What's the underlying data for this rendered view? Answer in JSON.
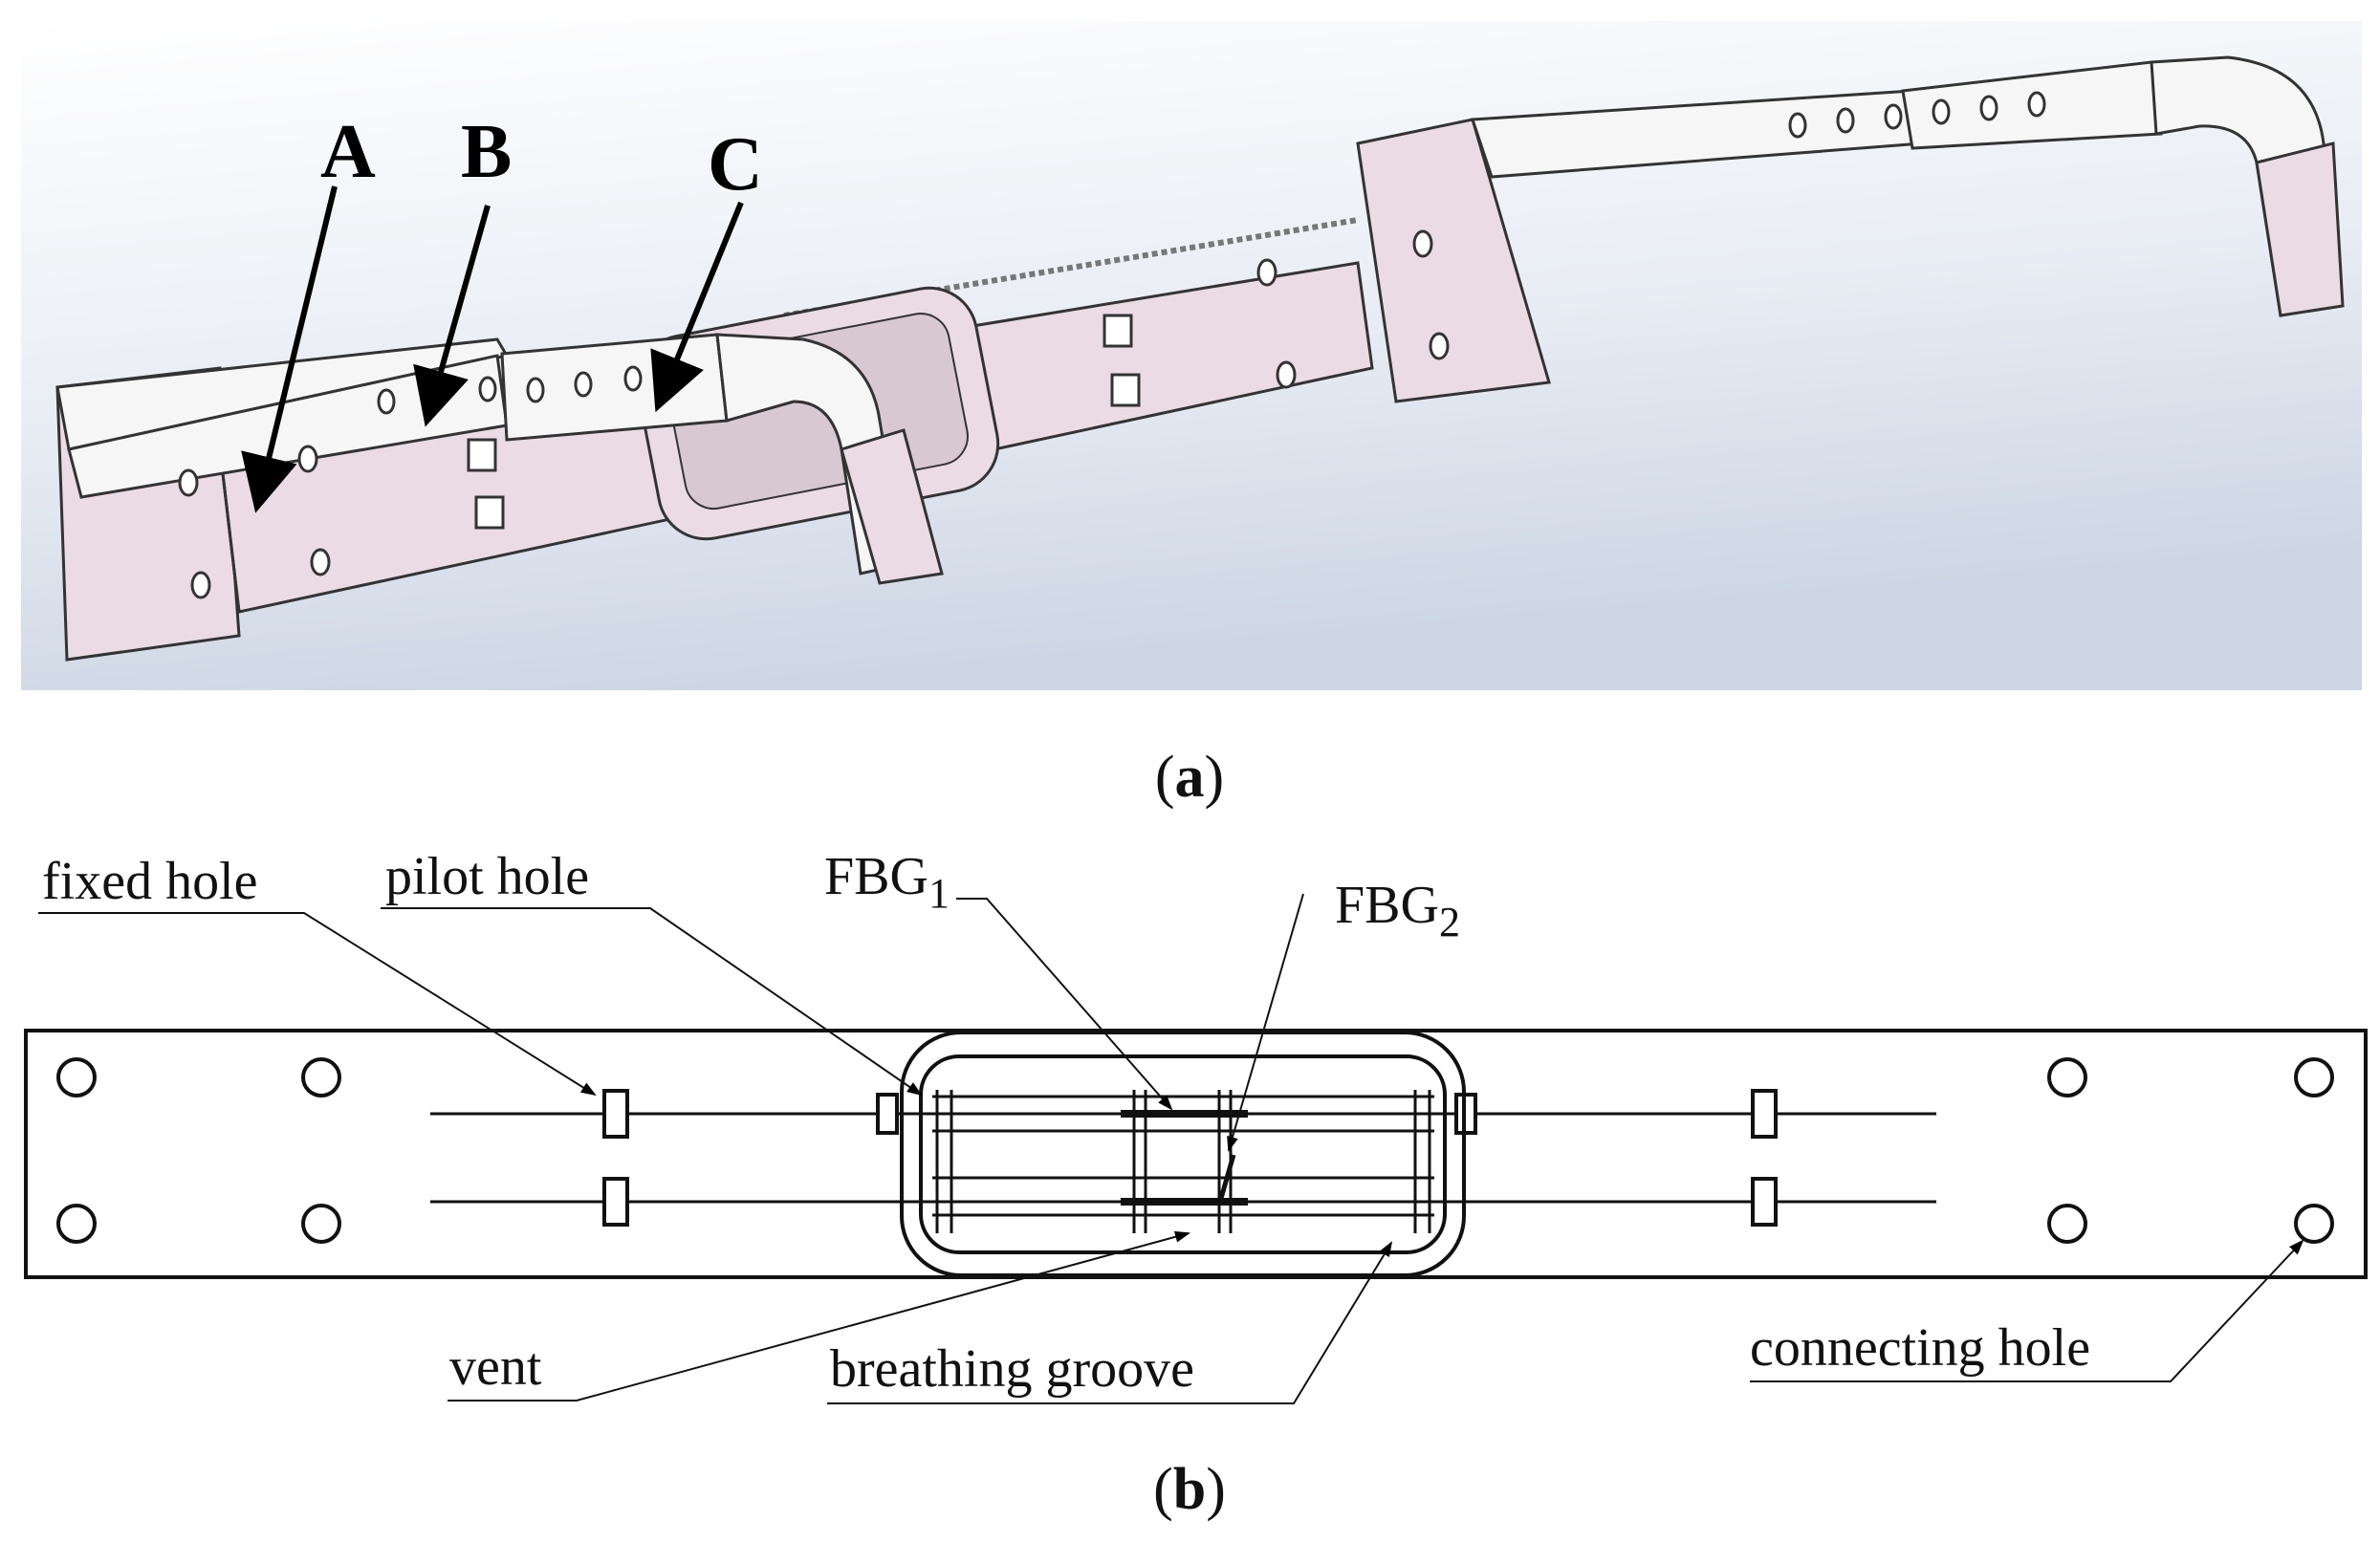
{
  "panel_a": {
    "caption_open": "(",
    "caption_letter": "a",
    "caption_close": ")",
    "part_labels": {
      "a": "A",
      "b": "B",
      "c": "C"
    }
  },
  "panel_b": {
    "caption_open": "(",
    "caption_letter": "b",
    "caption_close": ")",
    "callouts": {
      "fixed_hole": "fixed hole",
      "pilot_hole": "pilot hole",
      "fbg1_base": "FBG",
      "fbg1_sub": "1",
      "fbg2_base": "FBG",
      "fbg2_sub": "2",
      "vent": "vent",
      "breathing_groove": "breathing groove",
      "connecting_hole": "connecting hole"
    }
  },
  "colors": {
    "part_fill": "#eadbe4",
    "part_top": "#f7f7f8",
    "background_top": "#ffffff",
    "background_bottom": "#cfd8e6",
    "line": "#111111"
  }
}
